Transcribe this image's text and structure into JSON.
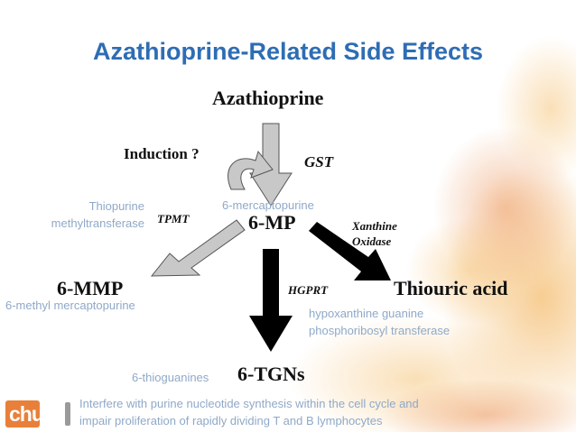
{
  "title": "Azathioprine-Related Side Effects",
  "nodes": {
    "azathioprine": "Azathioprine",
    "six_mp": "6-MP",
    "six_mmp": "6-MMP",
    "thiouric_acid": "Thiouric acid",
    "six_tgns": "6-TGNs"
  },
  "edges": {
    "induction": "Induction ?",
    "gst": "GST",
    "tpmt": "TPMT",
    "xanthine_oxidase_line1": "Xanthine",
    "xanthine_oxidase_line2": "Oxidase",
    "hgprt": "HGPRT"
  },
  "annotations": {
    "tpmt_full_line1": "Thiopurine",
    "tpmt_full_line2": "methyltransferase",
    "six_mp_full": "6-mercaptopurine",
    "six_mmp_full": "6-methyl mercaptopurine",
    "hgprt_full_line1": "hypoxanthine guanine",
    "hgprt_full_line2": "phosphoribosyl transferase",
    "six_tgns_full": "6-thioguanines"
  },
  "footer": {
    "line1": "Interfere with purine nucleotide synthesis within the cell cycle and",
    "line2": "impair proliferation of rapidly dividing T and B lymphocytes"
  },
  "logo": {
    "text": "chu"
  },
  "colors": {
    "title": "#2e6db4",
    "annotation": "#8fa9c8",
    "gray_arrow": "#c8c8c8",
    "black_arrow": "#000000"
  }
}
